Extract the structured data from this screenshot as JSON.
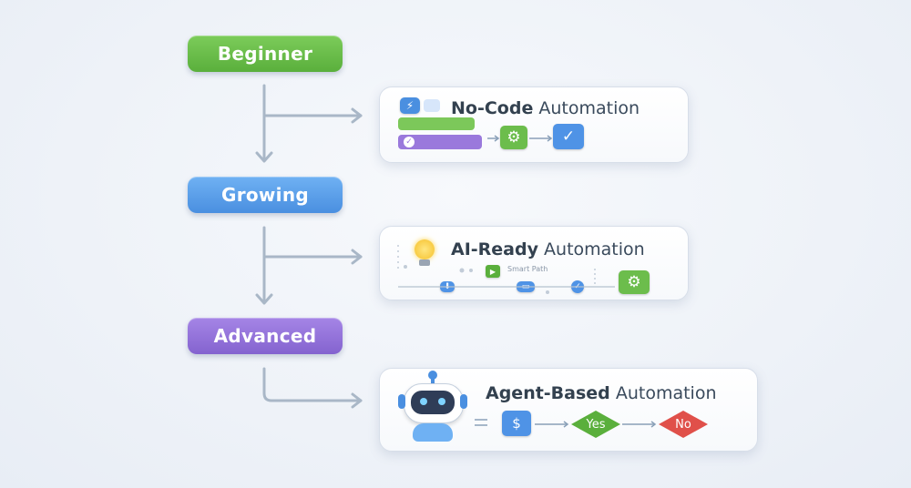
{
  "levels": {
    "beginner": "Beginner",
    "growing": "Growing",
    "advanced": "Advanced"
  },
  "cards": {
    "nocode": {
      "bold": "No-Code",
      "rest": " Automation"
    },
    "aiready": {
      "bold": "AI-Ready",
      "rest": " Automation",
      "small_text": "Smart Path"
    },
    "agent": {
      "bold": "Agent-Based",
      "rest": " Automation",
      "yes": "Yes",
      "no": "No"
    }
  },
  "colors": {
    "green": "#5aaf3c",
    "blue": "#4a8fe0",
    "purple": "#8463cf",
    "red": "#e0504a",
    "connector": "#aab8c8"
  }
}
